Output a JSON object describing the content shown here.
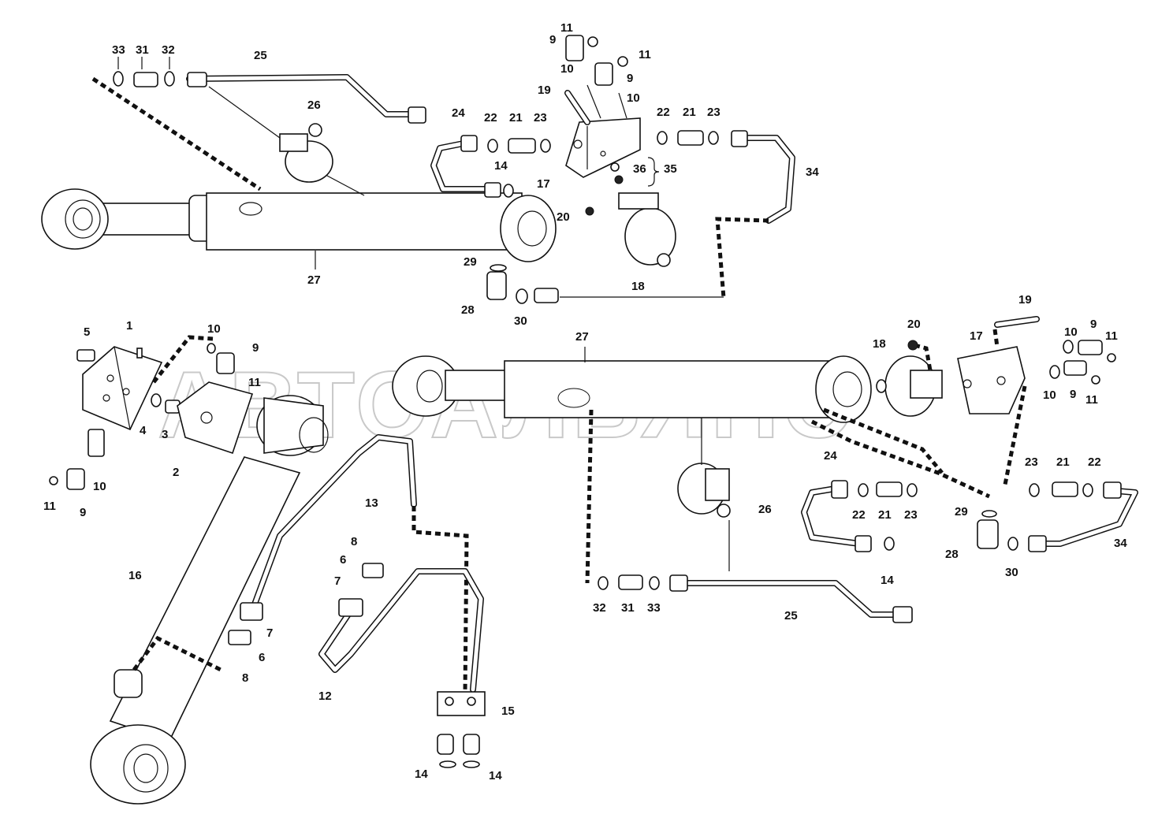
{
  "watermark": "АВТОАЛЬЯНС",
  "callouts": {
    "top": [
      "33",
      "31",
      "32",
      "25",
      "26",
      "27",
      "11",
      "9",
      "10",
      "11",
      "9",
      "10",
      "19",
      "24",
      "22",
      "21",
      "23",
      "22",
      "21",
      "23",
      "14",
      "17",
      "36",
      "35",
      "34",
      "20",
      "29",
      "18",
      "28",
      "30"
    ],
    "left": [
      "5",
      "1",
      "10",
      "9",
      "11",
      "4",
      "3",
      "2",
      "10",
      "11",
      "9",
      "16",
      "13",
      "8",
      "6",
      "7",
      "7",
      "6",
      "8",
      "12",
      "15",
      "14",
      "14"
    ],
    "right": [
      "27",
      "20",
      "18",
      "17",
      "19",
      "10",
      "9",
      "11",
      "10",
      "9",
      "11",
      "24",
      "23",
      "21",
      "22",
      "22",
      "21",
      "23",
      "26",
      "29",
      "14",
      "28",
      "30",
      "34",
      "32",
      "31",
      "33",
      "25"
    ]
  }
}
